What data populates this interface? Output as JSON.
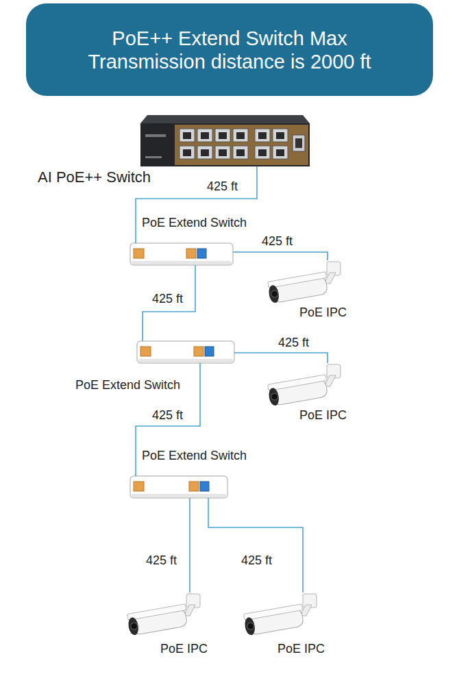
{
  "diagram": {
    "title": "PoE++ Extend Switch Max Transmission distance is 2000 ft",
    "nodes": [
      {
        "text": [
          "AI PoE++ Switch"
        ]
      },
      {
        "text": [
          "PoE Extend Switch"
        ]
      },
      {
        "text": [
          "PoE IPC"
        ]
      },
      {
        "text": [
          "PoE Extend Switch"
        ]
      },
      {
        "text": [
          "PoE IPC"
        ]
      },
      {
        "text": [
          "PoE Extend Switch"
        ]
      },
      {
        "text": [
          "PoE IPC"
        ]
      },
      {
        "text": [
          "PoE IPC"
        ]
      }
    ],
    "edges": [
      {
        "from": 0,
        "to": 1,
        "label": "425 ft",
        "arrow": "none"
      },
      {
        "from": 1,
        "to": 2,
        "label": "425 ft",
        "arrow": "none"
      },
      {
        "from": 1,
        "to": 3,
        "label": "425 ft",
        "arrow": "none"
      },
      {
        "from": 3,
        "to": 4,
        "label": "425 ft",
        "arrow": "none"
      },
      {
        "from": 3,
        "to": 5,
        "label": "425 ft",
        "arrow": "none"
      },
      {
        "from": 5,
        "to": 6,
        "label": "425 ft",
        "arrow": "none"
      },
      {
        "from": 5,
        "to": 7,
        "label": "425 ft",
        "arrow": "none"
      }
    ]
  }
}
